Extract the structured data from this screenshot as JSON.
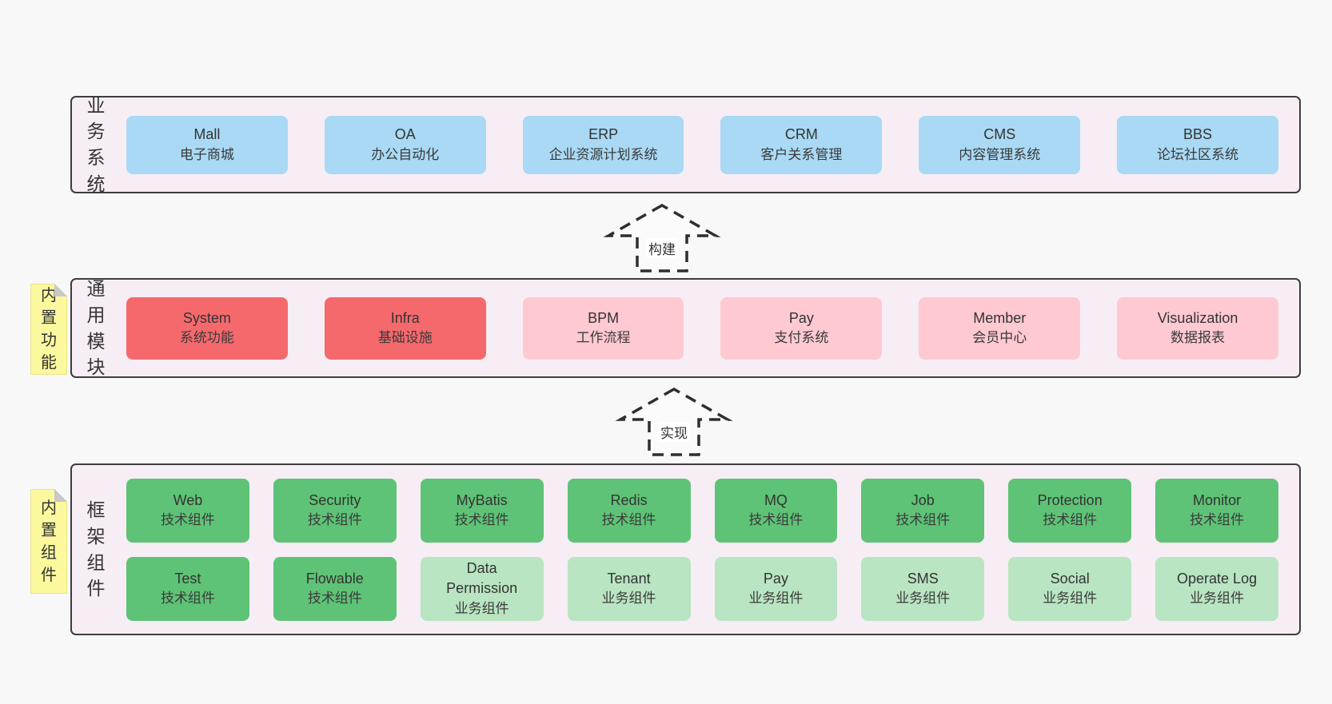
{
  "colors": {
    "page_bg": "#f8f8f8",
    "band_bg": "#f7edf5",
    "band_border": "#3d3d3d",
    "blue": "#a9d9f4",
    "red": "#f5696d",
    "pink": "#ffc9d2",
    "green_dark": "#5ec376",
    "green_light": "#b9e5c2",
    "note_yellow": "#fbf89e",
    "text": "#333333"
  },
  "arrows": [
    {
      "label": "构建"
    },
    {
      "label": "实现"
    }
  ],
  "bands": [
    {
      "label": "业务系统",
      "rows": [
        [
          {
            "name": "Mall",
            "desc": "电子商城",
            "variant": "blue"
          },
          {
            "name": "OA",
            "desc": "办公自动化",
            "variant": "blue"
          },
          {
            "name": "ERP",
            "desc": "企业资源计划系统",
            "variant": "blue"
          },
          {
            "name": "CRM",
            "desc": "客户关系管理",
            "variant": "blue"
          },
          {
            "name": "CMS",
            "desc": "内容管理系统",
            "variant": "blue"
          },
          {
            "name": "BBS",
            "desc": "论坛社区系统",
            "variant": "blue"
          }
        ]
      ]
    },
    {
      "label": "通用模块",
      "note": "内置功能",
      "rows": [
        [
          {
            "name": "System",
            "desc": "系统功能",
            "variant": "red"
          },
          {
            "name": "Infra",
            "desc": "基础设施",
            "variant": "red"
          },
          {
            "name": "BPM",
            "desc": "工作流程",
            "variant": "pink"
          },
          {
            "name": "Pay",
            "desc": "支付系统",
            "variant": "pink"
          },
          {
            "name": "Member",
            "desc": "会员中心",
            "variant": "pink"
          },
          {
            "name": "Visualization",
            "desc": "数据报表",
            "variant": "pink"
          }
        ]
      ]
    },
    {
      "label": "框架组件",
      "note": "内置组件",
      "rows": [
        [
          {
            "name": "Web",
            "desc": "技术组件",
            "variant": "green_dark"
          },
          {
            "name": "Security",
            "desc": "技术组件",
            "variant": "green_dark"
          },
          {
            "name": "MyBatis",
            "desc": "技术组件",
            "variant": "green_dark"
          },
          {
            "name": "Redis",
            "desc": "技术组件",
            "variant": "green_dark"
          },
          {
            "name": "MQ",
            "desc": "技术组件",
            "variant": "green_dark"
          },
          {
            "name": "Job",
            "desc": "技术组件",
            "variant": "green_dark"
          },
          {
            "name": "Protection",
            "desc": "技术组件",
            "variant": "green_dark"
          },
          {
            "name": "Monitor",
            "desc": "技术组件",
            "variant": "green_dark"
          }
        ],
        [
          {
            "name": "Test",
            "desc": "技术组件",
            "variant": "green_dark"
          },
          {
            "name": "Flowable",
            "desc": "技术组件",
            "variant": "green_dark"
          },
          {
            "name": "Data Permission",
            "desc": "业务组件",
            "variant": "green_light"
          },
          {
            "name": "Tenant",
            "desc": "业务组件",
            "variant": "green_light"
          },
          {
            "name": "Pay",
            "desc": "业务组件",
            "variant": "green_light"
          },
          {
            "name": "SMS",
            "desc": "业务组件",
            "variant": "green_light"
          },
          {
            "name": "Social",
            "desc": "业务组件",
            "variant": "green_light"
          },
          {
            "name": "Operate Log",
            "desc": "业务组件",
            "variant": "green_light"
          }
        ]
      ]
    }
  ]
}
